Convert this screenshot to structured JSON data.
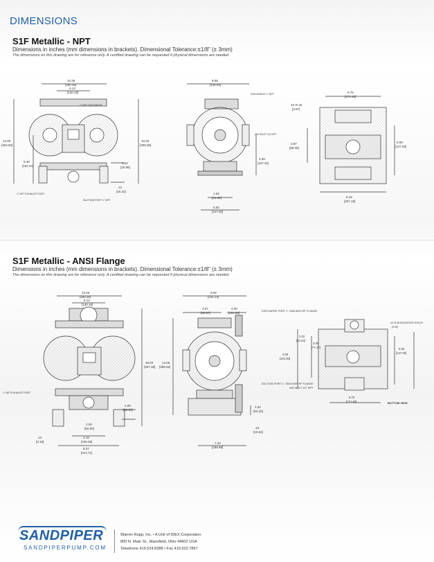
{
  "header": {
    "title": "DIMENSIONS"
  },
  "npt": {
    "title": "S1F Metallic - NPT",
    "subtitle": "Dimensions in inches (mm dimensions in brackets).  Dimensional Tolerance:±1/8\" (± 3mm)",
    "note": "The dimensions on this drawing are for reference only.  A certified drawing can be requested if physical dimensions are needed.",
    "dims": {
      "front_width": "10.25",
      "front_width_mm": "[260.35]",
      "front_inner": "5.13",
      "front_inner_mm": "[130.18]",
      "front_height_l": "12.00",
      "front_height_l_mm": "[304.80]",
      "front_height_r": "12.03",
      "front_height_r_mm": "[305.56]",
      "front_mid": "6.40",
      "front_mid_mm": "[162.43]",
      "front_base": "1.22",
      "front_base_mm": "[30.99]",
      "front_foot": ".41",
      "front_foot_mm": "[10.32]",
      "discharge_top": "1\" NPT DISCHARGE",
      "exhaust_label": "1\" NPT EXHAUST PORT",
      "suction_label": "SUCTION PORT\n1\" NPT",
      "side_width": "9.08",
      "side_width_mm": "[230.60]",
      "side_discharge": "DISCHARGE\n1\" NPT",
      "side_air": "AIR INLET\n1/2 NPT",
      "side_h": "3.39",
      "side_h_mm": "[107.31]",
      "side_base1": "1.63",
      "side_base1_mm": "[41.28]",
      "side_base2": "5.00",
      "side_base2_mm": "[127.00]",
      "bot_width": "6.75",
      "bot_width_mm": "[171.45]",
      "bot_r": "4X R.16",
      "bot_r_mm": "[3.97]",
      "bot_l": "3.87",
      "bot_l_mm": "[98.35]",
      "bot_r2": "5.00",
      "bot_r2_mm": "[127.00]",
      "bot_base": "8.16",
      "bot_base_mm": "[207.19]"
    }
  },
  "ansi": {
    "title": "S1F Metallic - ANSI Flange",
    "subtitle": "Dimensions in inches (mm dimensions in brackets).  Dimensional Tolerance:±1/8\" (± 3mm)",
    "note": "The dimensions on this drawing are for reference only.  A certified drawing can be requested if physical dimensions are needed.",
    "dims": {
      "front_width": "10.25",
      "front_width_mm": "[260.35]",
      "front_inner": "5.13",
      "front_inner_mm": "[130.18]",
      "front_height": "16.04",
      "front_height_mm": "[407.38]",
      "exhaust_label": "1\" NPT EXHAUST PORT",
      "front_a": "2.00",
      "front_a_mm": "[50.80]",
      "front_b": "2.00",
      "front_b_mm": "[50.80]",
      "front_c": "4.19",
      "front_c_mm": "[106.35]",
      "front_d": "8.37",
      "front_d_mm": "[212.71]",
      "front_e": ".13",
      "front_e_mm": "[3.18]",
      "side_width": "9.08",
      "side_width_mm": "[231.14]",
      "side_a": "3.37",
      "side_a_mm": "[85.57]",
      "side_b": "4.00",
      "side_b_mm": "[101.60]",
      "side_height": "14.06",
      "side_height_mm": "[356.92]",
      "discharge": "DISCHARGE PORT\n1\" 150# ANSI RF FLANGE",
      "suction": "SUCTION PORT\n1\" 150# ANSI RF FLANGE",
      "air_inlet": "AIR INLET\n1/2\" NPT",
      "side_c": "3.32",
      "side_c_mm": "[84.33]",
      "side_d": ".43",
      "side_d_mm": "[10.92]",
      "side_e": "7.44",
      "side_e_mm": "[188.98]",
      "bot_mount": "4X Ø.38 MOUNTING HOLES",
      "bot_mount_mm": "[9.53]",
      "bot_a": "3.32",
      "bot_a_mm": "[84.33]",
      "bot_b": "3.05",
      "bot_b_mm": "[77.47]",
      "bot_c": "4.00",
      "bot_c_mm": "[101.60]",
      "bot_d": "5.00",
      "bot_d_mm": "[127.00]",
      "bot_e": "6.75",
      "bot_e_mm": "[171.45]",
      "bottom_view": "BOTTOM VIEW"
    }
  },
  "footer": {
    "logo": "SANDPIPER",
    "url": "SANDPIPERPUMP.COM",
    "line1": "Warren Rupp, Inc. • A Unit of IDEX Corporation",
    "line2": "800 N. Main St., Mansfield, Ohio 44902 USA",
    "line3": "Telephone 419.524.8388 • Fax 419.522.7867"
  }
}
